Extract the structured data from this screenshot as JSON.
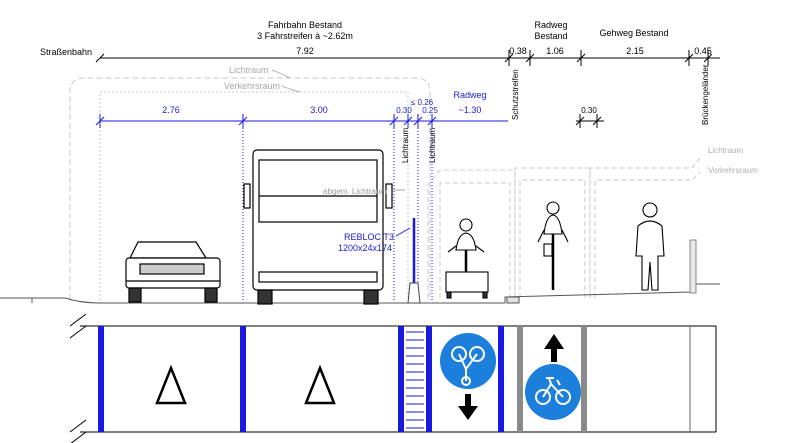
{
  "header": {
    "fahrbahn_title": "Fahrbahn Bestand",
    "fahrbahn_sub": "3 Fahrstreifen à ~2.62m",
    "radweg_title_1": "Radweg",
    "radweg_title_2": "Bestand",
    "gehweg_title": "Gehweg Bestand",
    "strassenbahn": "Straßenbahn",
    "dim_fahrbahn": "7.92",
    "dim_038": "0.38",
    "dim_radweg": "1.06",
    "dim_gehweg": "2.15",
    "dim_045": "0.45"
  },
  "labels": {
    "lichtraum": "Lichtraum",
    "verkehrsraum": "Verkehrsraum",
    "lichtraum_right": "Lichtraum",
    "verkehrsraum_right": "Verkehrsraum",
    "abgem_lichtraum": "abgem. Lichtraum",
    "lichtraum_v1": "Lichtraum",
    "lichtraum_v2": "Lichtraum",
    "schutzstreifen": "Schutzstreifen",
    "brueckengelaender": "Brückengeländer",
    "radweg_new": "Radweg",
    "radweg_new_dim": "~1.30",
    "rebloc_1": "REBLOC T3",
    "rebloc_2": "1200x24x174"
  },
  "dims": {
    "lane1": "2.76",
    "lane2": "3.00",
    "d030": "0.30",
    "d025": "0.25",
    "le026": "≤ 0.26",
    "d030_right": "0.30"
  },
  "colors": {
    "blue_line": "#1a1adc",
    "sign_blue": "#1c7fdc",
    "gray_line": "#8a8a8a",
    "dash_gray": "#c8c8c8"
  }
}
